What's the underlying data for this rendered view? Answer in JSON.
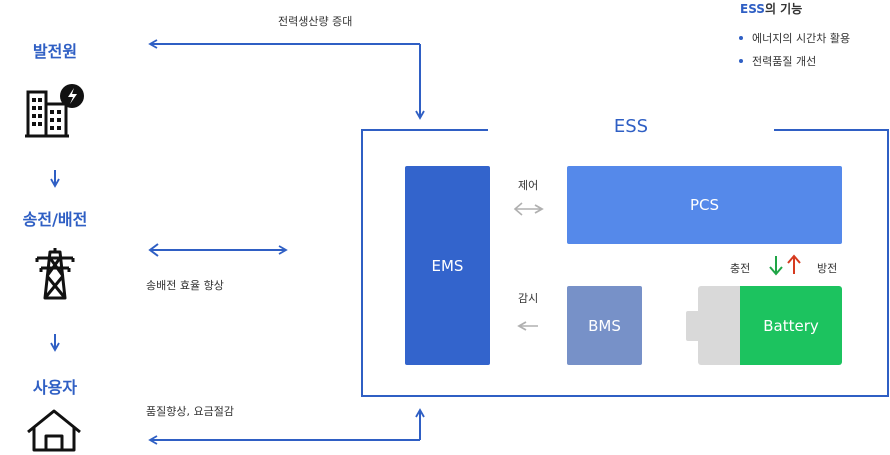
{
  "stages": [
    {
      "label": "발전원",
      "icon": "power-plant-icon"
    },
    {
      "label": "송전/배전",
      "icon": "transmission-tower-icon"
    },
    {
      "label": "사용자",
      "icon": "house-icon"
    }
  ],
  "flows": {
    "top": "전력생산량 증대",
    "middle": "송배전 효율 향상",
    "bottom": "품질향상, 요금절감"
  },
  "legend": {
    "title_accent": "ESS",
    "title_rest": "의 기능",
    "items": [
      "에너지의 시간차 활용",
      "전력품질 개선"
    ]
  },
  "ess": {
    "title": "ESS",
    "ems": "EMS",
    "pcs": "PCS",
    "bms": "BMS",
    "battery": "Battery",
    "control": "제어",
    "monitor": "감시",
    "charge": "충전",
    "discharge": "방전"
  },
  "colors": {
    "accent": "#2f5fc4",
    "ems": "#3364cc",
    "pcs": "#5589ea",
    "bms": "#7791c8",
    "battery": "#1cc35f",
    "battery_body": "#d9d9d9",
    "charge_arrow": "#1fa546",
    "discharge_arrow": "#d63a1f"
  }
}
